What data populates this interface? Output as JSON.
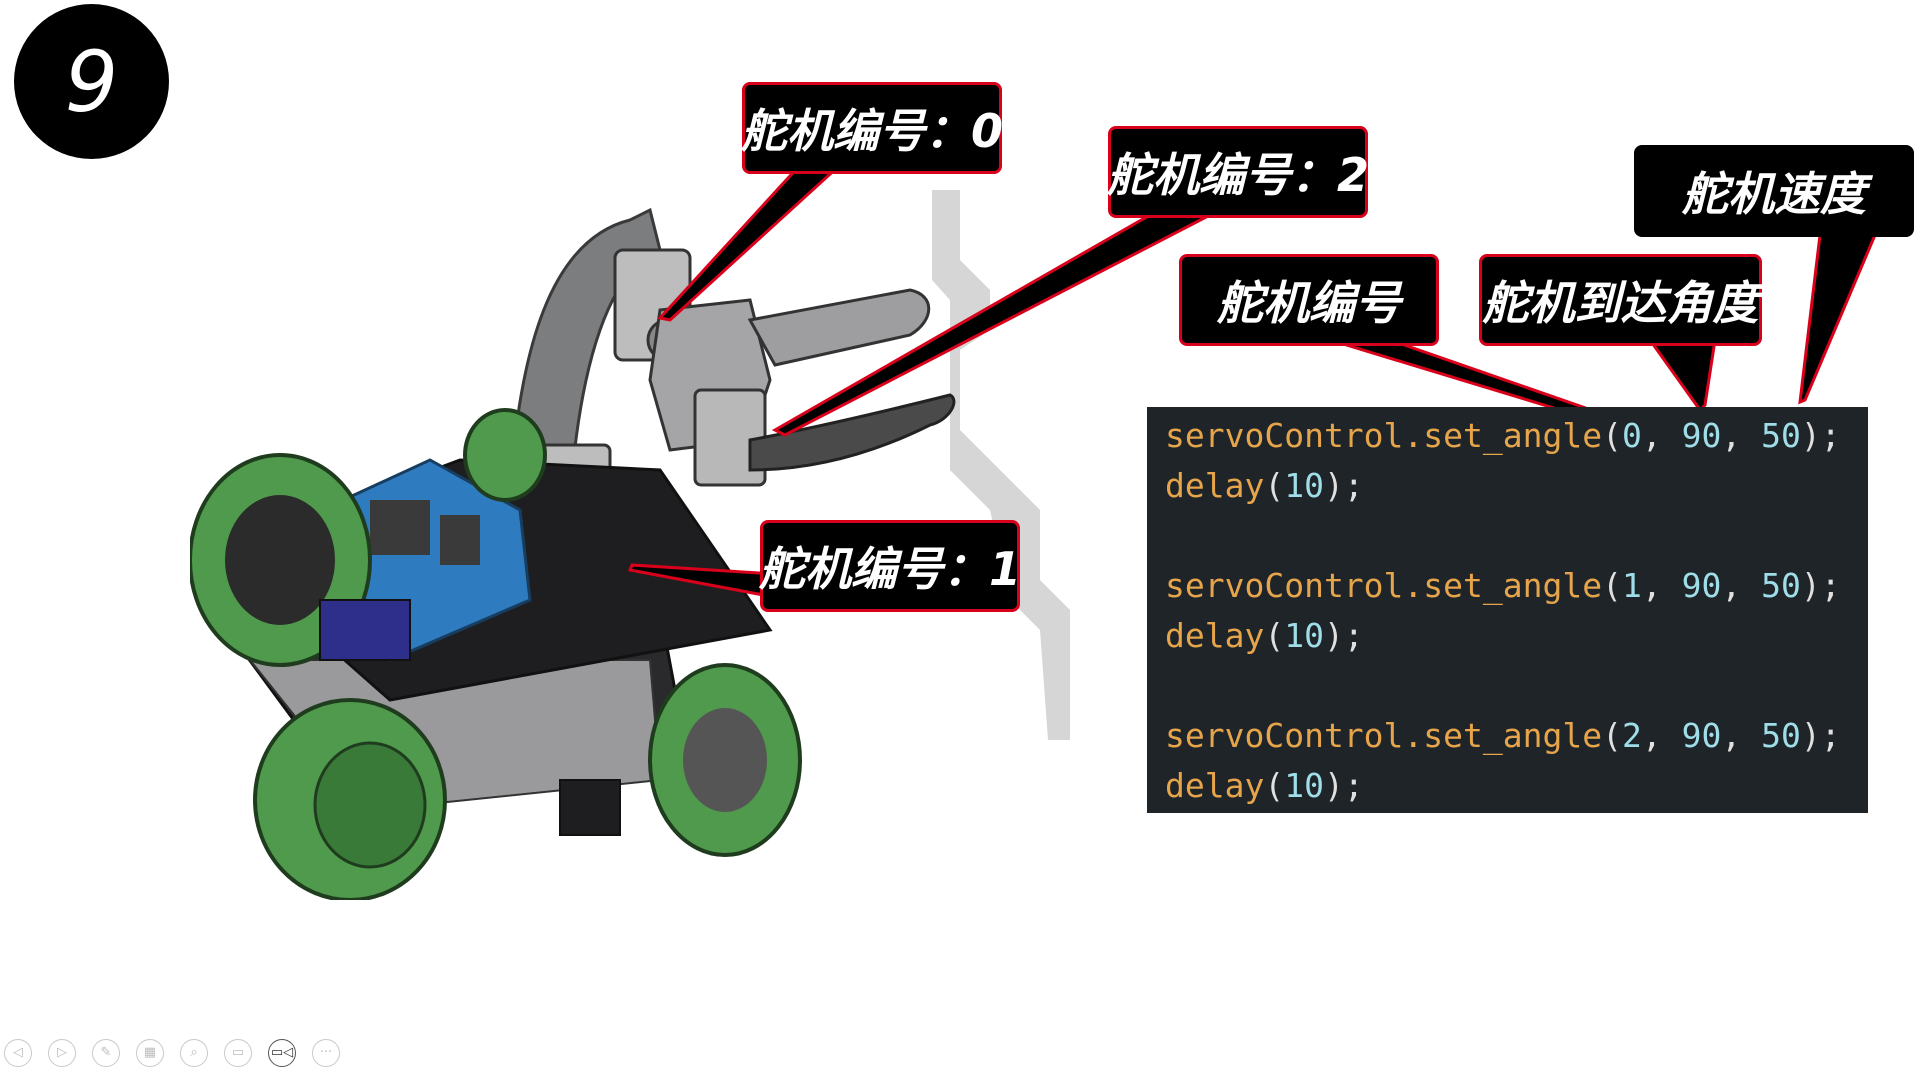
{
  "slide": {
    "step_number": "9"
  },
  "callouts": {
    "servo0": "舵机编号：0",
    "servo2": "舵机编号：2",
    "servo1": "舵机编号：1",
    "servo_id": "舵机编号",
    "angle": "舵机到达角度",
    "speed": "舵机速度"
  },
  "code": {
    "lines": [
      {
        "fn": "servoControl.set_angle",
        "open": "(",
        "a": "0",
        "s1": ", ",
        "b": "90",
        "s2": ", ",
        "c": "50",
        "close": ");"
      },
      {
        "fn": "delay",
        "open": "(",
        "a": "10",
        "close": ");"
      },
      {
        "blank": true
      },
      {
        "fn": "servoControl.set_angle",
        "open": "(",
        "a": "1",
        "s1": ", ",
        "b": "90",
        "s2": ", ",
        "c": "50",
        "close": ");"
      },
      {
        "fn": "delay",
        "open": "(",
        "a": "10",
        "close": ");"
      },
      {
        "blank": true
      },
      {
        "fn": "servoControl.set_angle",
        "open": "(",
        "a": "2",
        "s1": ", ",
        "b": "90",
        "s2": ", ",
        "c": "50",
        "close": ");"
      },
      {
        "fn": "delay",
        "open": "(",
        "a": "10",
        "close": ");"
      }
    ]
  },
  "toolbar": {
    "buttons": [
      {
        "name": "previous-slide-button",
        "icon": "arrow-left-icon",
        "glyph": "◁"
      },
      {
        "name": "next-slide-button",
        "icon": "arrow-right-icon",
        "glyph": "▷"
      },
      {
        "name": "pen-button",
        "icon": "pen-icon",
        "glyph": "✎"
      },
      {
        "name": "slides-overview-button",
        "icon": "grid-icon",
        "glyph": "▦"
      },
      {
        "name": "zoom-button",
        "icon": "magnifier-icon",
        "glyph": "⌕"
      },
      {
        "name": "subtitles-button",
        "icon": "caption-icon",
        "glyph": "▭"
      },
      {
        "name": "camera-button",
        "icon": "camera-icon",
        "glyph": "▭◁"
      },
      {
        "name": "more-options-button",
        "icon": "ellipsis-icon",
        "glyph": "···"
      }
    ]
  },
  "colors": {
    "callout_border": "#d9001b",
    "code_bg": "#1f2428",
    "function": "#e6a54b",
    "number": "#9fdde8",
    "wheel_green": "#4f9a4c"
  }
}
